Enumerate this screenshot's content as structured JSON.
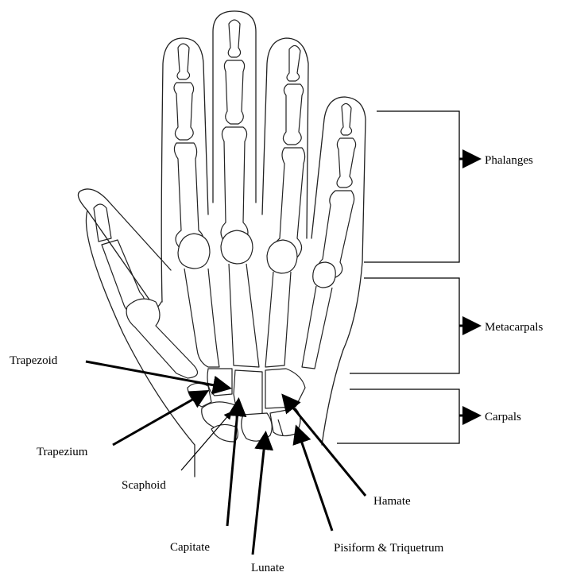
{
  "labels": {
    "phalanges": "Phalanges",
    "metacarpals": "Metacarpals",
    "carpals": "Carpals",
    "trapezoid": "Trapezoid",
    "trapezium": "Trapezium",
    "scaphoid": "Scaphoid",
    "capitate": "Capitate",
    "lunate": "Lunate",
    "pisiform_triquetrum": "Pisiform & Triquetrum",
    "hamate": "Hamate"
  }
}
